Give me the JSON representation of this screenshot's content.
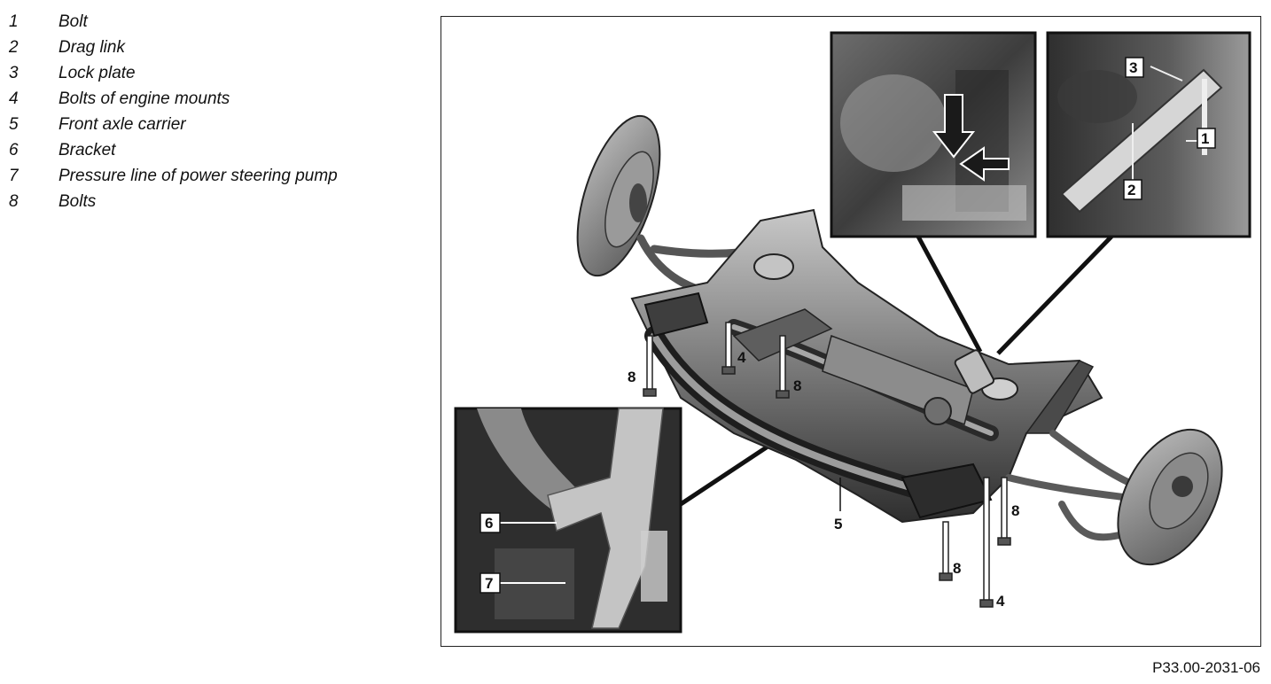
{
  "legend": [
    {
      "num": "1",
      "label": "Bolt"
    },
    {
      "num": "2",
      "label": "Drag link"
    },
    {
      "num": "3",
      "label": "Lock plate"
    },
    {
      "num": "4",
      "label": "Bolts of engine mounts"
    },
    {
      "num": "5",
      "label": "Front axle carrier"
    },
    {
      "num": "6",
      "label": "Bracket"
    },
    {
      "num": "7",
      "label": "Pressure line of power steering pump"
    },
    {
      "num": "8",
      "label": "Bolts"
    }
  ],
  "callouts": {
    "c1": "1",
    "c2": "2",
    "c3": "3",
    "c4a": "4",
    "c4b": "4",
    "c5": "5",
    "c6": "6",
    "c7": "7",
    "c8a": "8",
    "c8b": "8",
    "c8c": "8",
    "c8d": "8"
  },
  "figure_id": "P33.00-2031-06",
  "colors": {
    "photo_dark": "#3a3a3a",
    "photo_mid": "#8a8a8a",
    "photo_light": "#d8d8d8",
    "line": "#111111"
  }
}
